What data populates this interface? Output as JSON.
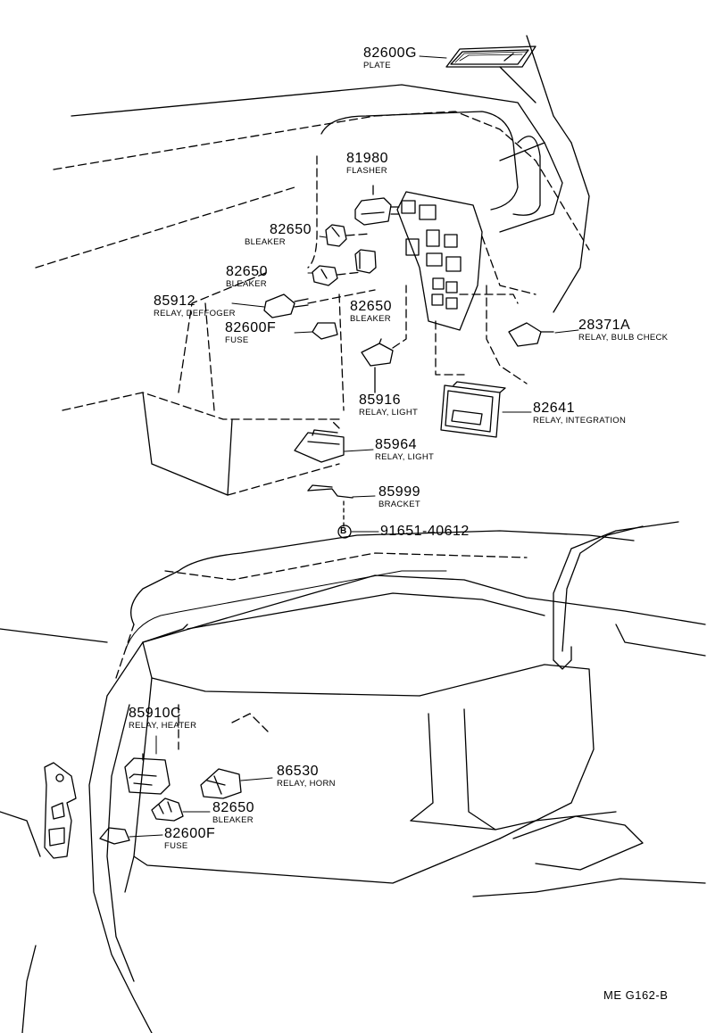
{
  "diagram": {
    "code": "ME G162-B",
    "bolt_symbol": "B",
    "callouts": [
      {
        "id": "82600G",
        "number": "82600G",
        "name": "PLATE"
      },
      {
        "id": "81980",
        "number": "81980",
        "name": "FLASHER"
      },
      {
        "id": "82650a",
        "number": "82650",
        "name": "BLEAKER"
      },
      {
        "id": "82650b",
        "number": "82650",
        "name": "BLEAKER"
      },
      {
        "id": "85912",
        "number": "85912",
        "name": "RELAY, DEFFOGER"
      },
      {
        "id": "82650c",
        "number": "82650",
        "name": "BLEAKER"
      },
      {
        "id": "82600F",
        "number": "82600F",
        "name": "FUSE"
      },
      {
        "id": "28371A",
        "number": "28371A",
        "name": "RELAY, BULB CHECK"
      },
      {
        "id": "85916",
        "number": "85916",
        "name": "RELAY, LIGHT"
      },
      {
        "id": "82641",
        "number": "82641",
        "name": "RELAY, INTEGRATION"
      },
      {
        "id": "85964",
        "number": "85964",
        "name": "RELAY, LIGHT"
      },
      {
        "id": "85999",
        "number": "85999",
        "name": "BRACKET"
      },
      {
        "id": "91651",
        "number": "91651-40612",
        "name": ""
      },
      {
        "id": "85910C",
        "number": "85910C",
        "name": "RELAY, HEATER"
      },
      {
        "id": "86530",
        "number": "86530",
        "name": "RELAY, HORN"
      },
      {
        "id": "82650d",
        "number": "82650",
        "name": "BLEAKER"
      },
      {
        "id": "82600F2",
        "number": "82600F",
        "name": "FUSE"
      }
    ]
  }
}
